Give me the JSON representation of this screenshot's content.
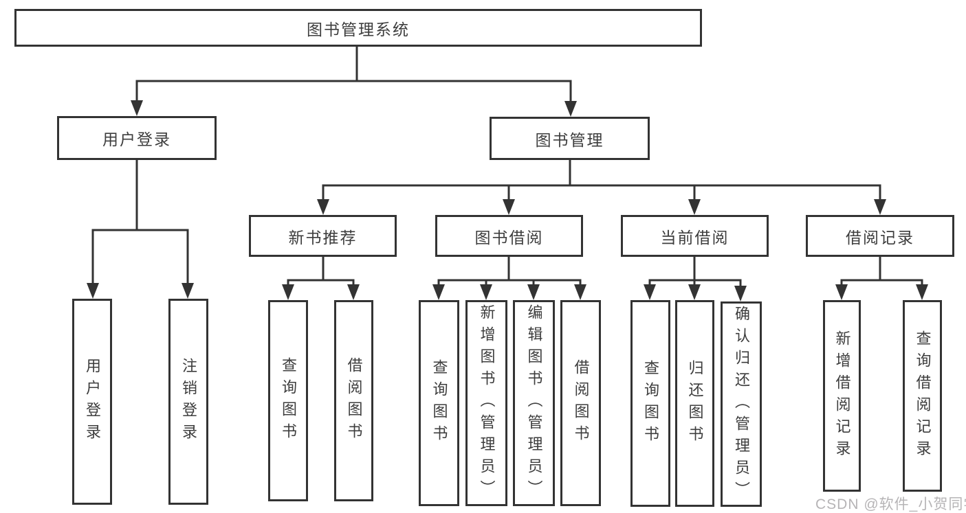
{
  "root": {
    "label": "图书管理系统"
  },
  "branches": {
    "user_login": {
      "label": "用户登录",
      "children": [
        "用户登录",
        "注销登录"
      ]
    },
    "book_management": {
      "label": "图书管理",
      "modules": [
        {
          "label": "新书推荐",
          "children": [
            "查询图书",
            "借阅图书"
          ]
        },
        {
          "label": "图书借阅",
          "children": [
            "查询图书",
            "新增图书（管理员）",
            "编辑图书（管理员）",
            "借阅图书"
          ]
        },
        {
          "label": "当前借阅",
          "children": [
            "查询图书",
            "归还图书",
            "确认归还（管理员）"
          ]
        },
        {
          "label": "借阅记录",
          "children": [
            "新增借阅记录",
            "查询借阅记录"
          ]
        }
      ]
    }
  },
  "watermark": "CSDN @软件_小贺同学",
  "colors": {
    "line": "#333333",
    "text": "#3d3d3d",
    "box_background": "#ffffff",
    "watermark": "#b6b4b6"
  }
}
